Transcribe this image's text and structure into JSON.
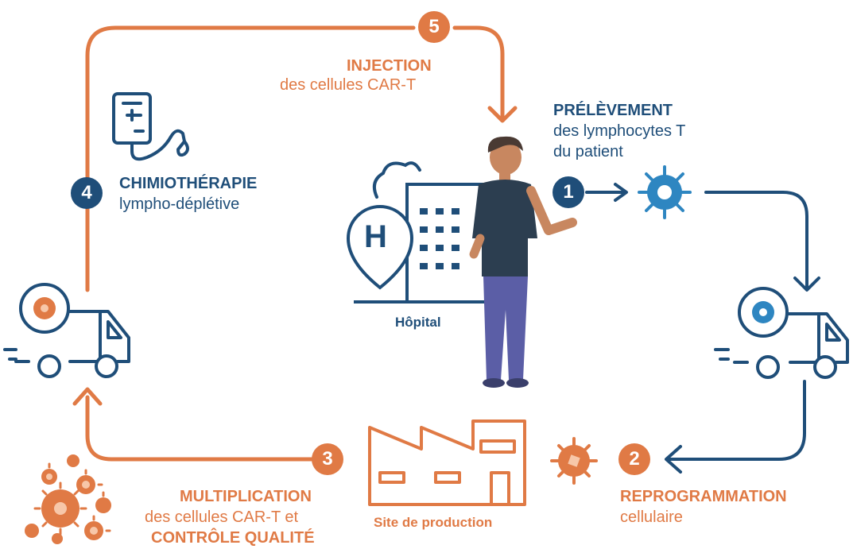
{
  "colors": {
    "orange": "#e07a45",
    "blue": "#1f4e79",
    "mid_blue": "#2e86c1",
    "shirt": "#2c3e50",
    "pants": "#5b5ea6"
  },
  "steps": [
    {
      "number": "1",
      "title": "PRÉLÈVEMENT",
      "lines": [
        "des lymphocytes T",
        "du patient"
      ],
      "color": "blue"
    },
    {
      "number": "2",
      "title": "REPROGRAMMATION",
      "lines": [
        "cellulaire"
      ],
      "color": "orange"
    },
    {
      "number": "3",
      "title": "MULTIPLICATION",
      "lines": [
        "des cellules CAR-T et"
      ],
      "title2": "CONTRÔLE QUALITÉ",
      "color": "orange"
    },
    {
      "number": "4",
      "title": "CHIMIOTHÉRAPIE",
      "lines": [
        "lympho-déplétive"
      ],
      "color": "blue"
    },
    {
      "number": "5",
      "title": "INJECTION",
      "lines": [
        "des cellules CAR-T"
      ],
      "color": "orange"
    }
  ],
  "places": {
    "hospital": "Hôpital",
    "hospital_sign": "H",
    "factory": "Site de production"
  },
  "icons": [
    "iv-bag-icon",
    "hospital-building-icon",
    "person-illustration",
    "truck-icon",
    "t-cell-icon",
    "car-t-cell-icon",
    "factory-icon"
  ]
}
